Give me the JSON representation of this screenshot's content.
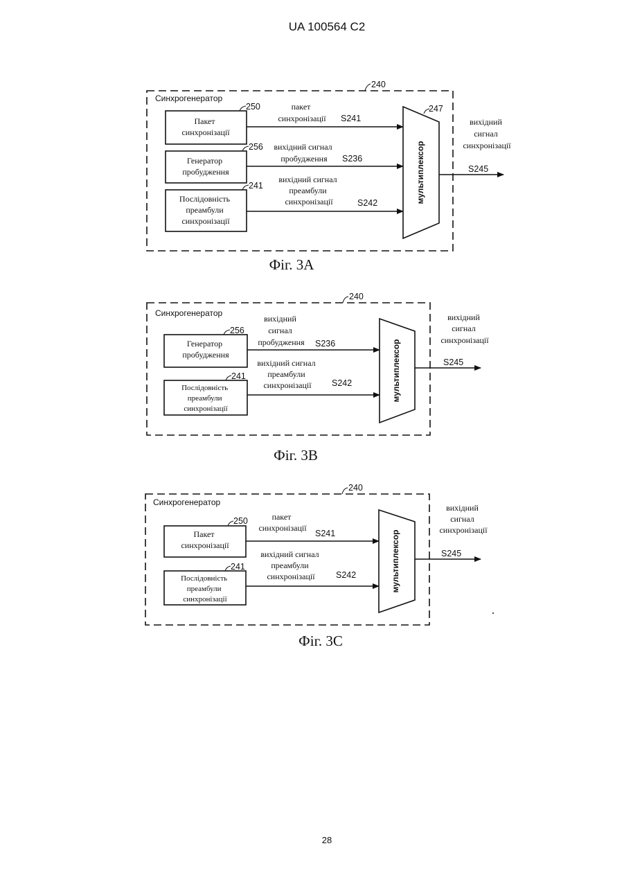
{
  "header": {
    "patent_number": "UA   100564   C2"
  },
  "page_number": "28",
  "figures": [
    {
      "caption": "Фіг. 3A",
      "container_title": "Синхрогенератор",
      "container_ref": "240",
      "blocks": [
        {
          "ref": "250",
          "lines": [
            "Пакет",
            "синхронізації"
          ]
        },
        {
          "ref": "256",
          "lines": [
            "Генератор",
            "пробудження"
          ]
        },
        {
          "ref": "241",
          "lines": [
            "Послідовність",
            "преамбули",
            "синхронізації"
          ]
        }
      ],
      "signals": [
        {
          "lines": [
            "пакет",
            "синхронізації"
          ],
          "id": "S241"
        },
        {
          "lines": [
            "вихідний сигнал",
            "пробудження"
          ],
          "id": "S236"
        },
        {
          "lines": [
            "вихідний сигнал",
            "преамбули",
            "синхронізації"
          ],
          "id": "S242"
        }
      ],
      "mux_label": "мультиплексор",
      "mux_ref": "247",
      "output_lines": [
        "вихідний",
        "сигнал",
        "синхронізації"
      ],
      "output_id": "S245"
    },
    {
      "caption": "Фіг. 3B",
      "container_title": "Синхрогенератор",
      "container_ref": "240",
      "blocks": [
        {
          "ref": "256",
          "lines": [
            "Генератор",
            "пробудження"
          ]
        },
        {
          "ref": "241",
          "lines": [
            "Послідовність",
            "преамбули",
            "синхронізації"
          ]
        }
      ],
      "signals": [
        {
          "lines": [
            "вихідний",
            "сигнал",
            "пробудження"
          ],
          "id": "S236"
        },
        {
          "lines": [
            "вихідний сигнал",
            "преамбули",
            "синхронізації"
          ],
          "id": "S242"
        }
      ],
      "mux_label": "мультиплексор",
      "output_lines": [
        "вихідний",
        "сигнал",
        "синхронізації"
      ],
      "output_id": "S245"
    },
    {
      "caption": "Фіг. 3C",
      "container_title": "Синхрогенератор",
      "container_ref": "240",
      "blocks": [
        {
          "ref": "250",
          "lines": [
            "Пакет",
            "синхронізації"
          ]
        },
        {
          "ref": "241",
          "lines": [
            "Послідовність",
            "преамбули",
            "синхронізації"
          ]
        }
      ],
      "signals": [
        {
          "lines": [
            "пакет",
            "синхронізації"
          ],
          "id": "S241"
        },
        {
          "lines": [
            "вихідний сигнал",
            "преамбули",
            "синхронізації"
          ],
          "id": "S242"
        }
      ],
      "mux_label": "мультиплексор",
      "output_lines": [
        "вихідний",
        "сигнал",
        "синхронізації"
      ],
      "output_id": "S245"
    }
  ]
}
